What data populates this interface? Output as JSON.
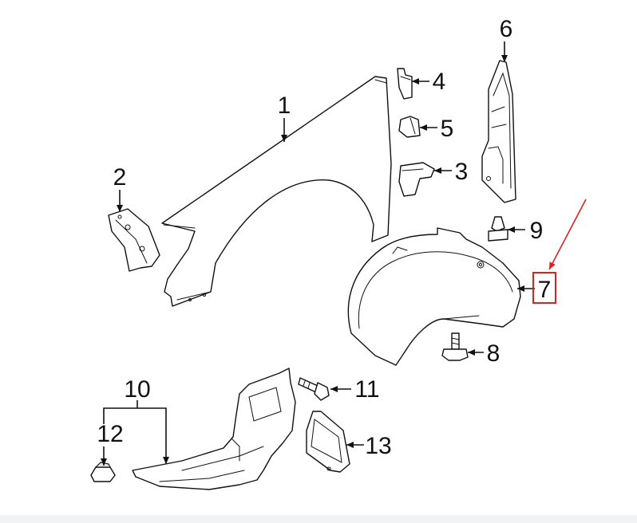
{
  "callouts": {
    "c1": "1",
    "c2": "2",
    "c3": "3",
    "c4": "4",
    "c5": "5",
    "c6": "6",
    "c7": "7",
    "c8": "8",
    "c9": "9",
    "c10": "10",
    "c11": "11",
    "c12": "12",
    "c13": "13"
  },
  "colors": {
    "line": "#111111",
    "highlight": "#e02020",
    "background": "#ffffff"
  }
}
